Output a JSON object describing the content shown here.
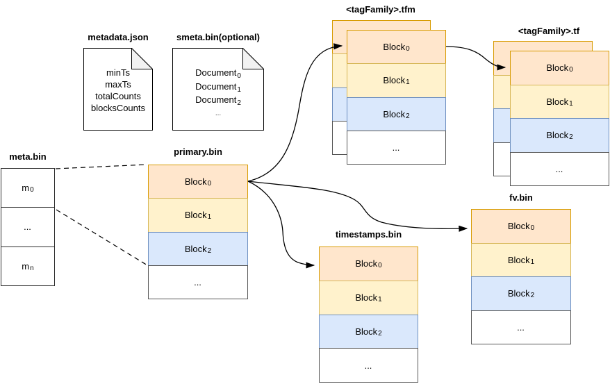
{
  "colors": {
    "block_orange": "#FFE6CC",
    "block_orange_border": "#D79B00",
    "block_yellow": "#FFF2CC",
    "block_yellow_border": "#D6B656",
    "block_blue": "#DAE8FC",
    "block_blue_border": "#6C8EBF",
    "block_empty": "#FFFFFF",
    "outline": "#000000",
    "fold_fill": "#F2F2F2",
    "arrow": "#000000",
    "background": "#FFFFFF"
  },
  "documents": {
    "metadata": {
      "title": "metadata.json",
      "lines": [
        "minTs",
        "maxTs",
        "totalCounts",
        "blocksCounts"
      ]
    },
    "smeta": {
      "title": "smeta.bin(optional)",
      "lines": [
        {
          "text": "Document",
          "sub": "0"
        },
        {
          "text": "Document",
          "sub": "1"
        },
        {
          "text": "Document",
          "sub": "2"
        },
        {
          "text": "...",
          "sub": ""
        }
      ]
    }
  },
  "meta_table": {
    "title": "meta.bin",
    "cells": [
      {
        "text": "m",
        "sub": "0"
      },
      {
        "text": "...",
        "sub": ""
      },
      {
        "text": "m",
        "sub": "n"
      }
    ]
  },
  "stacks": {
    "primary": {
      "title": "primary.bin",
      "cells": [
        {
          "text": "Block",
          "sub": "0"
        },
        {
          "text": "Block",
          "sub": "1"
        },
        {
          "text": "Block",
          "sub": "2"
        },
        {
          "text": "...",
          "sub": ""
        }
      ]
    },
    "tfm": {
      "title": "<tagFamily>.tfm",
      "cells": [
        {
          "text": "Block",
          "sub": "0"
        },
        {
          "text": "Block",
          "sub": "1"
        },
        {
          "text": "Block",
          "sub": "2"
        },
        {
          "text": "...",
          "sub": ""
        }
      ]
    },
    "tf": {
      "title": "<tagFamily>.tf",
      "cells": [
        {
          "text": "Block",
          "sub": "0"
        },
        {
          "text": "Block",
          "sub": "1"
        },
        {
          "text": "Block",
          "sub": "2"
        },
        {
          "text": "...",
          "sub": ""
        }
      ]
    },
    "timestamps": {
      "title": "timestamps.bin",
      "cells": [
        {
          "text": "Block",
          "sub": "0"
        },
        {
          "text": "Block",
          "sub": "1"
        },
        {
          "text": "Block",
          "sub": "2"
        },
        {
          "text": "...",
          "sub": ""
        }
      ]
    },
    "fv": {
      "title": "fv.bin",
      "cells": [
        {
          "text": "Block",
          "sub": "0"
        },
        {
          "text": "Block",
          "sub": "1"
        },
        {
          "text": "Block",
          "sub": "2"
        },
        {
          "text": "...",
          "sub": ""
        }
      ]
    }
  }
}
